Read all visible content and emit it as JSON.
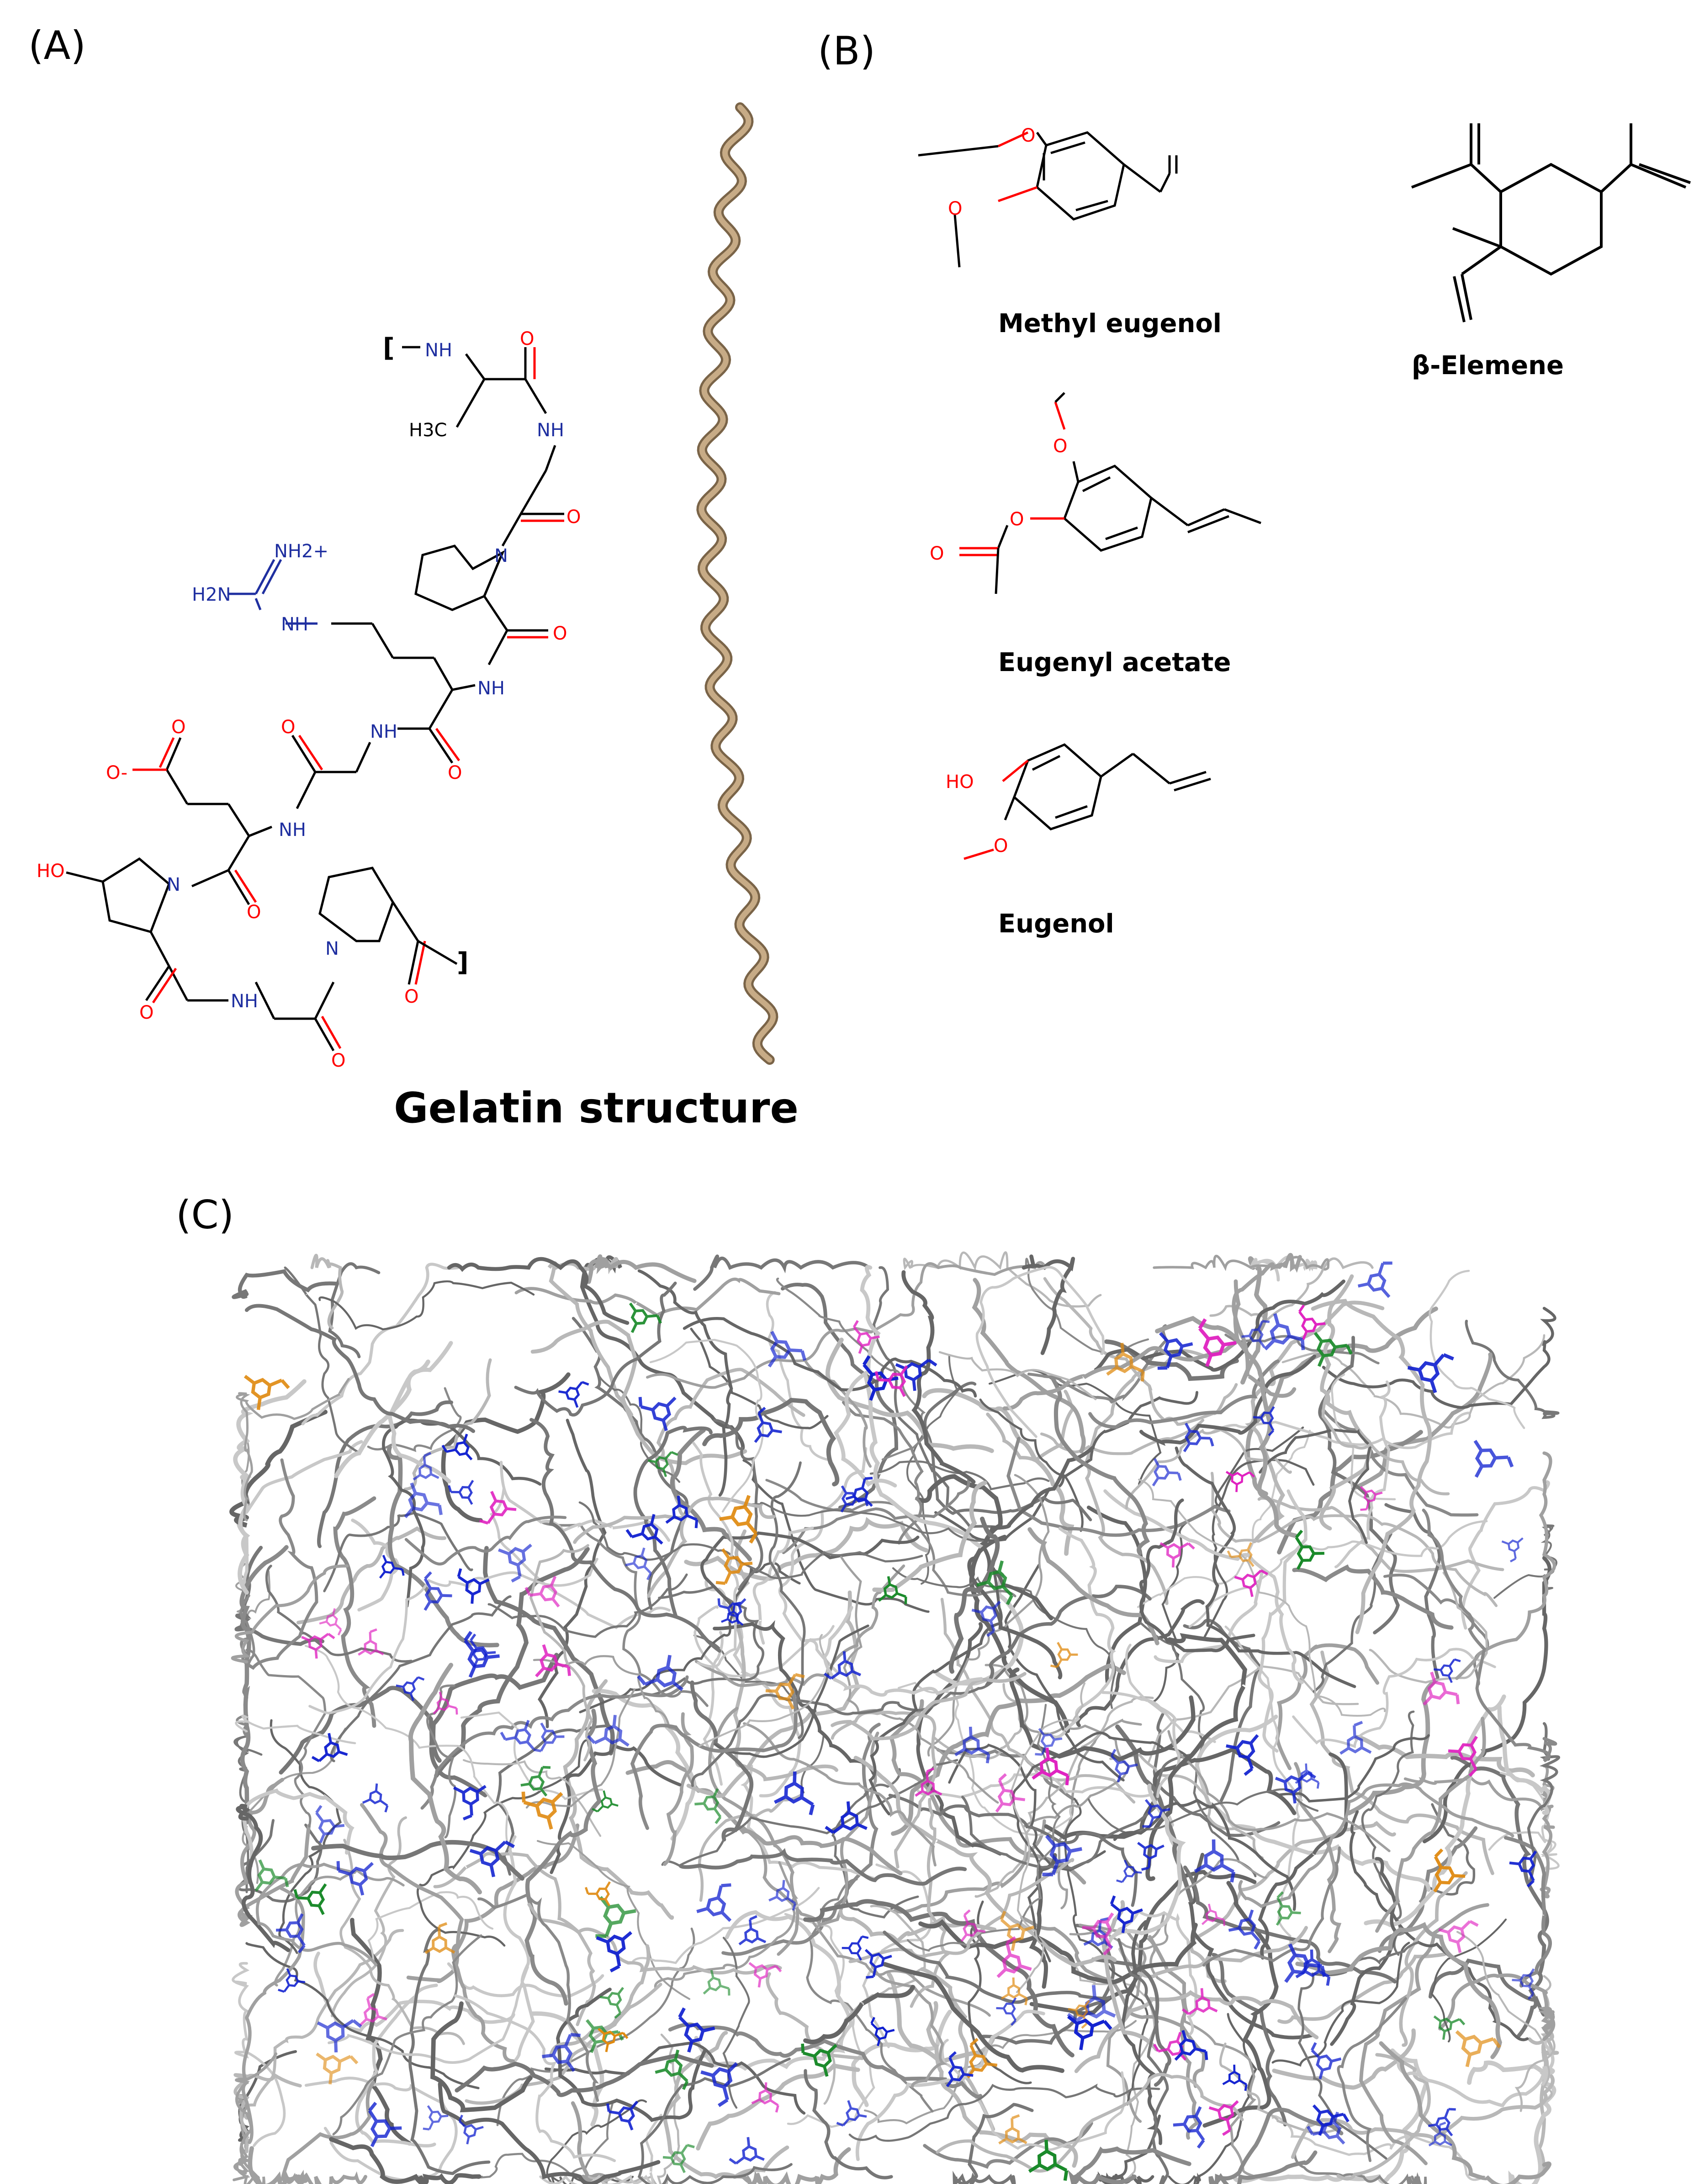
{
  "figure": {
    "panel_a": {
      "label": "(A)",
      "caption": "Gelatin structure",
      "atoms": {
        "nh": "NH",
        "h3c": "H3C",
        "nh2plus": "NH2+",
        "h2n": "H2N",
        "o": "O",
        "ominus": "O-",
        "ho": "HO",
        "n": "N",
        "bracket_open": "[",
        "bracket_close": "]"
      }
    },
    "panel_b": {
      "label": "(B)",
      "molecules": [
        {
          "name": "Methyl eugenol"
        },
        {
          "name": "β-Elemene"
        },
        {
          "name": "Eugenyl acetate"
        },
        {
          "name": "Eugenol"
        }
      ],
      "atoms": {
        "o": "O",
        "ho": "HO"
      }
    },
    "panel_c": {
      "label": "(C)"
    }
  },
  "colors": {
    "carbon": "#000000",
    "nitrogen": "#1f2fa0",
    "oxygen": "#ff0000",
    "helix": "#9c8466",
    "network": "#8a8a8a",
    "molecule_blue": "#1020d0",
    "molecule_magenta": "#e020c0",
    "molecule_green": "#1a8a2a",
    "molecule_orange": "#e08a10"
  }
}
